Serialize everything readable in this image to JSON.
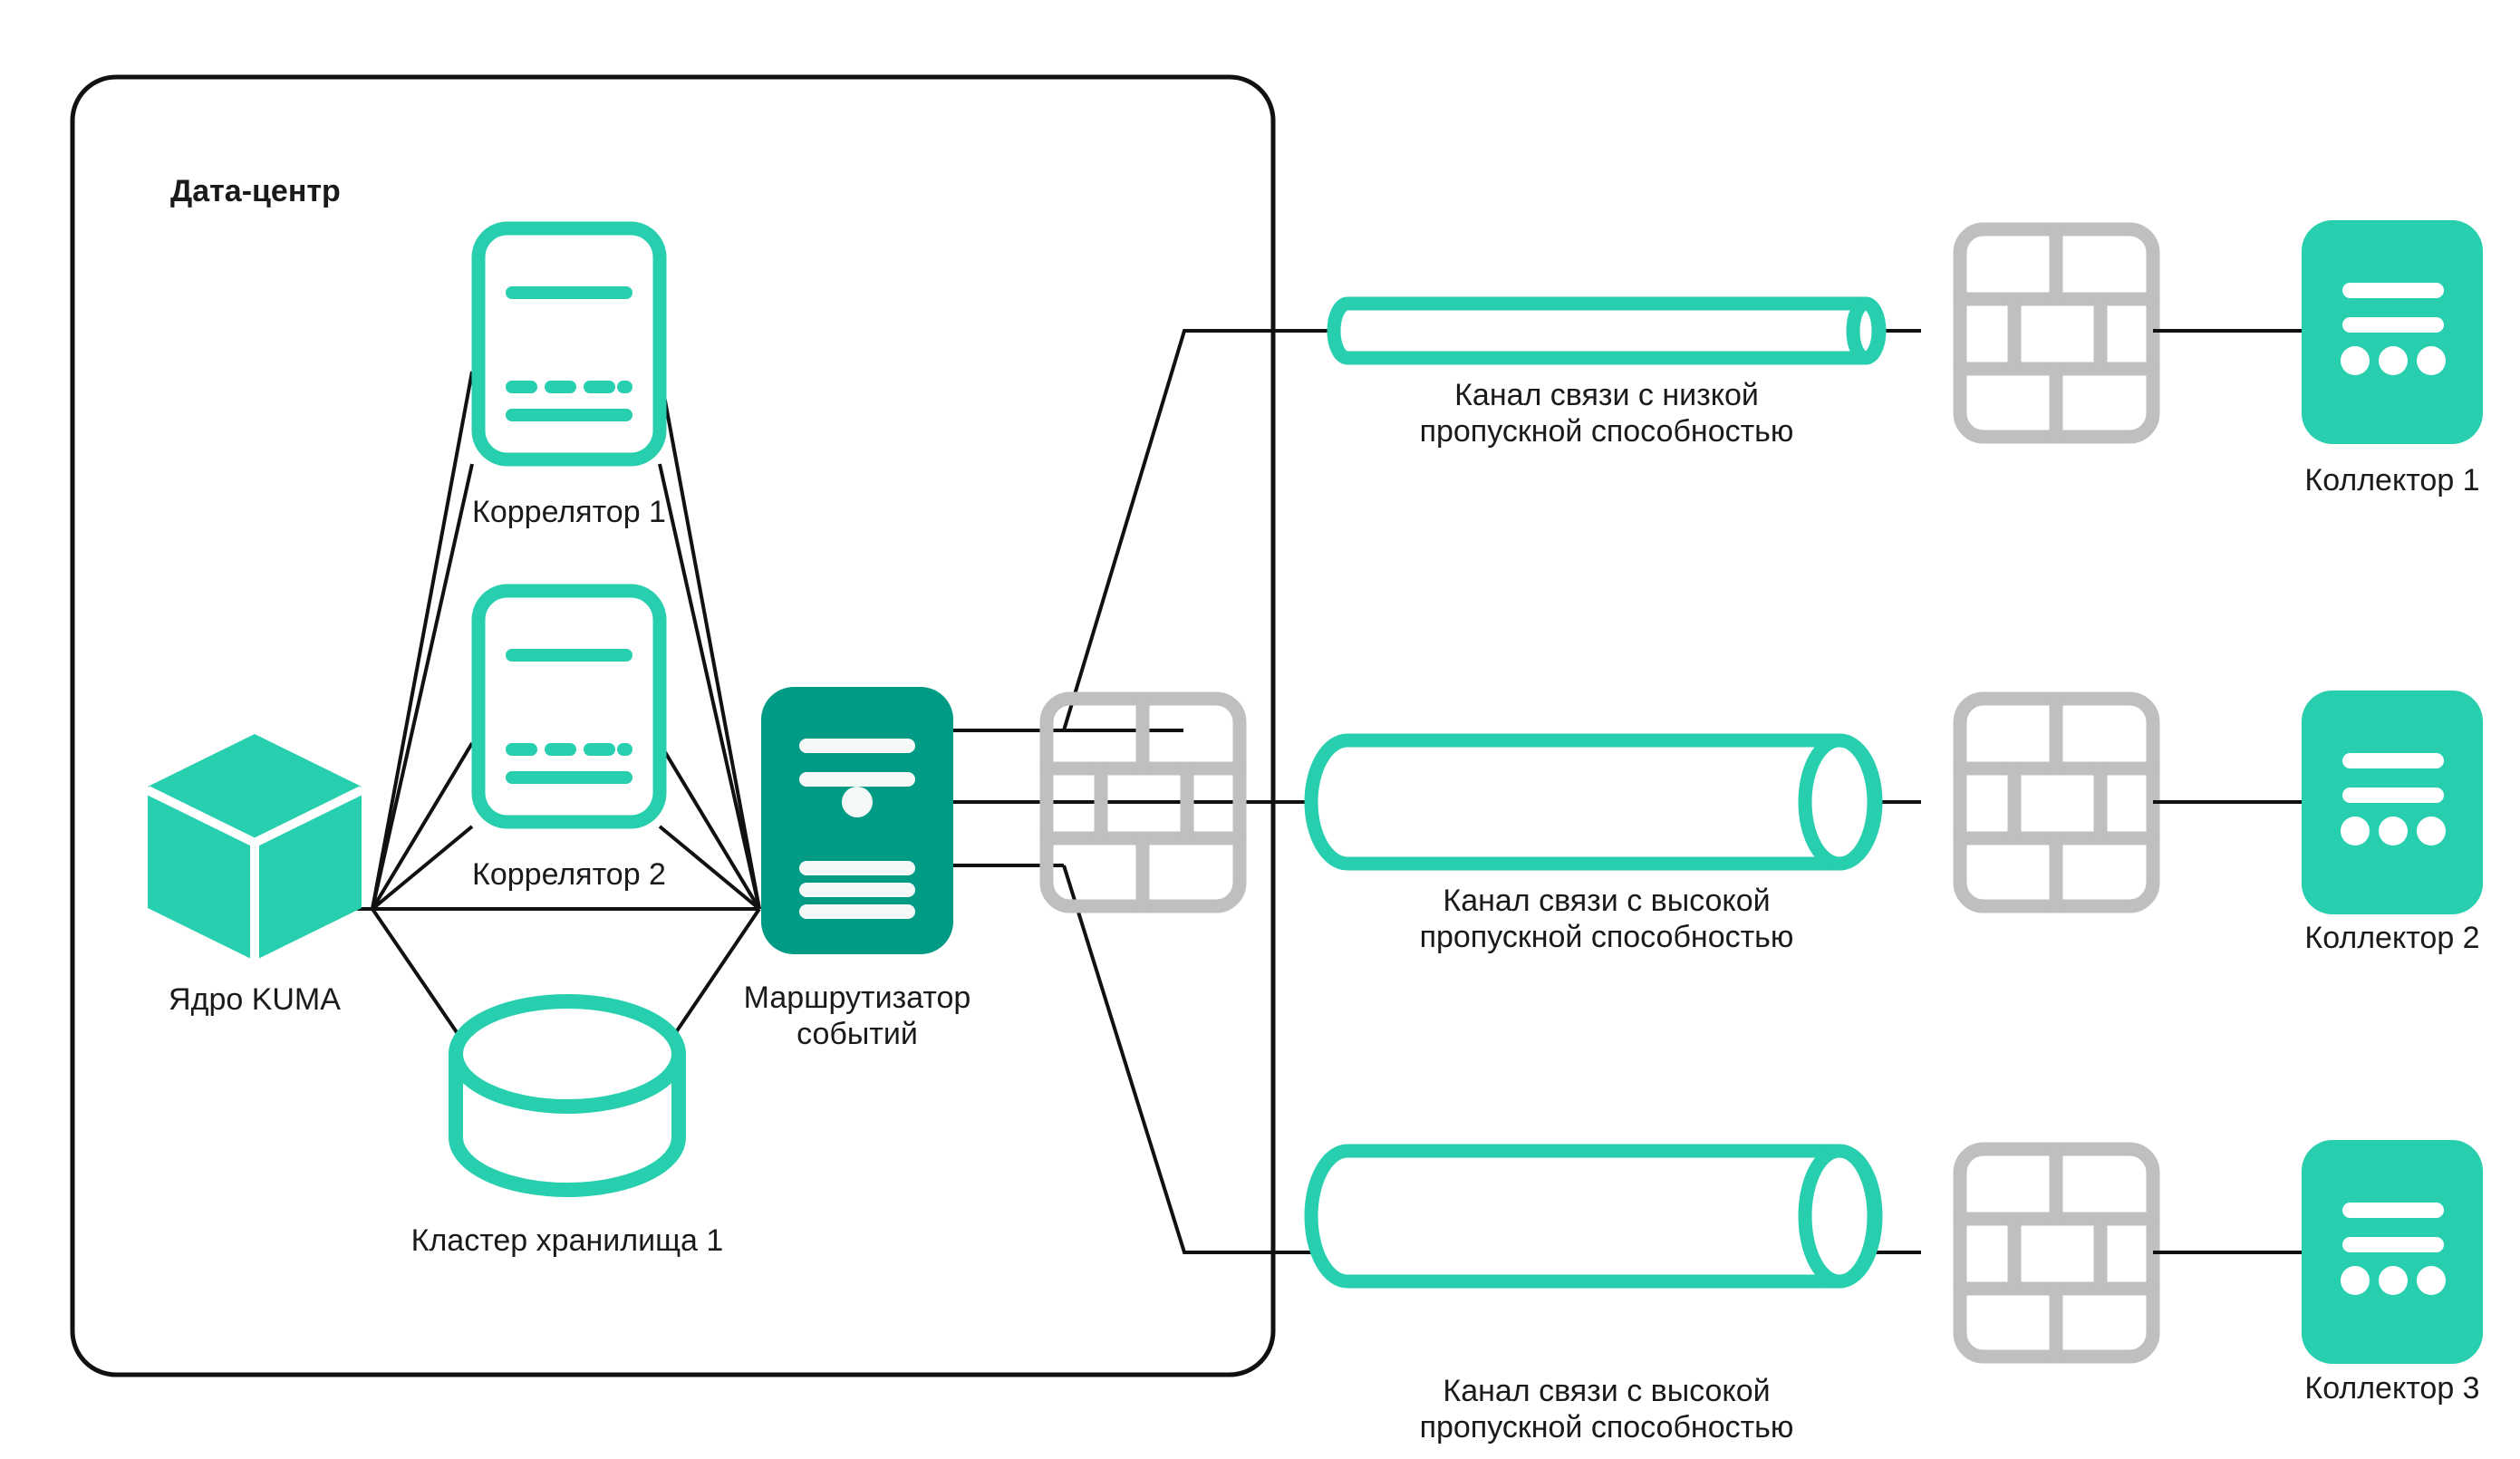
{
  "diagram": {
    "title": "Дата-центр",
    "theme": {
      "teal_bright": "#28cfae",
      "teal_dark": "#009b85",
      "gray_firewall": "#bfbfbf",
      "line_black": "#111111",
      "background": "#ffffff"
    }
  },
  "datacenter": {
    "label": "Дата-центр",
    "nodes": {
      "kuma_core": {
        "label": "Ядро KUMA",
        "icon": "cube-icon"
      },
      "correlator_1": {
        "label": "Коррелятор 1",
        "icon": "correlator-icon"
      },
      "correlator_2": {
        "label": "Коррелятор 2",
        "icon": "correlator-icon"
      },
      "storage_cluster_1": {
        "label": "Кластер хранилища 1",
        "icon": "database-cylinder-icon"
      },
      "event_router": {
        "label_line1": "Маршрутизатор",
        "label_line2": "событий",
        "icon": "server-icon"
      }
    }
  },
  "channels": [
    {
      "id": "channel-low",
      "label_line1": "Канал связи с низкой",
      "label_line2": "пропускной способностью",
      "bandwidth": "low",
      "icon": "thin-pipe-icon"
    },
    {
      "id": "channel-high-1",
      "label_line1": "Канал связи с высокой",
      "label_line2": "пропускной способностью",
      "bandwidth": "high",
      "icon": "wide-pipe-icon"
    },
    {
      "id": "channel-high-2",
      "label_line1": "Канал связи с высокой",
      "label_line2": "пропускной способностью",
      "bandwidth": "high",
      "icon": "wide-pipe-icon"
    }
  ],
  "firewalls": [
    {
      "id": "firewall-router",
      "icon": "brick-wall-icon"
    },
    {
      "id": "firewall-collector-1",
      "icon": "brick-wall-icon"
    },
    {
      "id": "firewall-collector-2",
      "icon": "brick-wall-icon"
    },
    {
      "id": "firewall-collector-3",
      "icon": "brick-wall-icon"
    }
  ],
  "collectors": [
    {
      "id": "collector-1",
      "label": "Коллектор 1",
      "icon": "collector-icon"
    },
    {
      "id": "collector-2",
      "label": "Коллектор 2",
      "icon": "collector-icon"
    },
    {
      "id": "collector-3",
      "label": "Коллектор 3",
      "icon": "collector-icon"
    }
  ]
}
